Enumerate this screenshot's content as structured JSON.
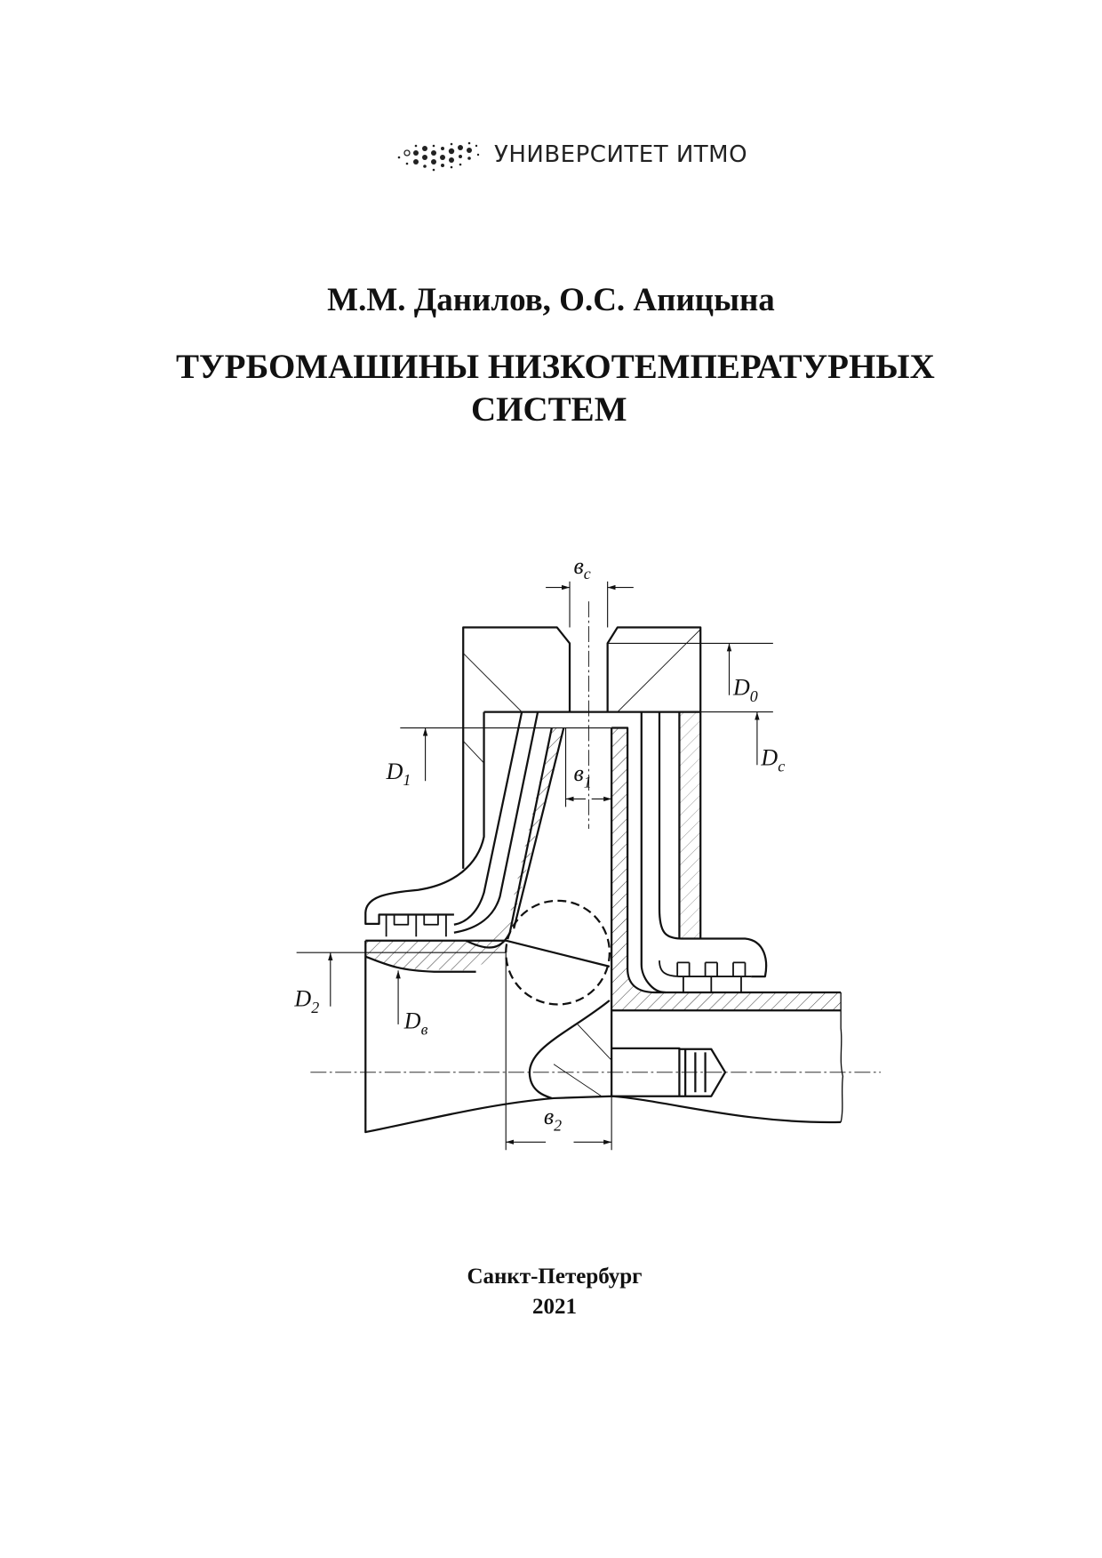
{
  "logo": {
    "text": "УНИВЕРСИТЕТ ИТМО"
  },
  "authors": "М.М. Данилов, О.С. Апицына",
  "title": {
    "line1": "ТУРБОМАШИНЫ НИЗКОТЕМПЕРАТУРНЫХ",
    "line2": "СИСТЕМ"
  },
  "figure": {
    "labels": {
      "bc": {
        "base": "в",
        "sub": "c"
      },
      "d0": {
        "base": "D",
        "sub": "0"
      },
      "dc": {
        "base": "D",
        "sub": "c"
      },
      "d1": {
        "base": "D",
        "sub": "1"
      },
      "b1": {
        "base": "в",
        "sub": "1"
      },
      "d2": {
        "base": "D",
        "sub": "2"
      },
      "dv": {
        "base": "D",
        "sub": "в"
      },
      "b2": {
        "base": "в",
        "sub": "2"
      }
    }
  },
  "imprint": {
    "city": "Санкт-Петербург",
    "year": "2021"
  }
}
